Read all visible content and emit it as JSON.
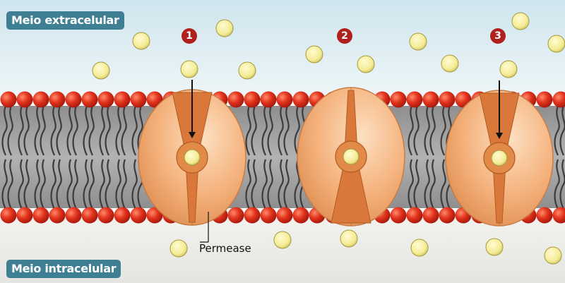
{
  "labels": {
    "extracellular": "Meio extracelular",
    "intracellular": "Meio intracelular",
    "permease": "Permease"
  },
  "steps": [
    "1",
    "2",
    "3"
  ],
  "colors": {
    "sky_top": "#cfe6ee",
    "sky_bottom": "#f4fafb",
    "lipid_head": "#e0301c",
    "bilayer_core": "#9c9c9c",
    "protein": "#f2aa6e",
    "channel": "#d9783a",
    "molecule": "#f6f0a0",
    "step_badge": "#b0201c",
    "label_bg": "#3f7f93"
  }
}
